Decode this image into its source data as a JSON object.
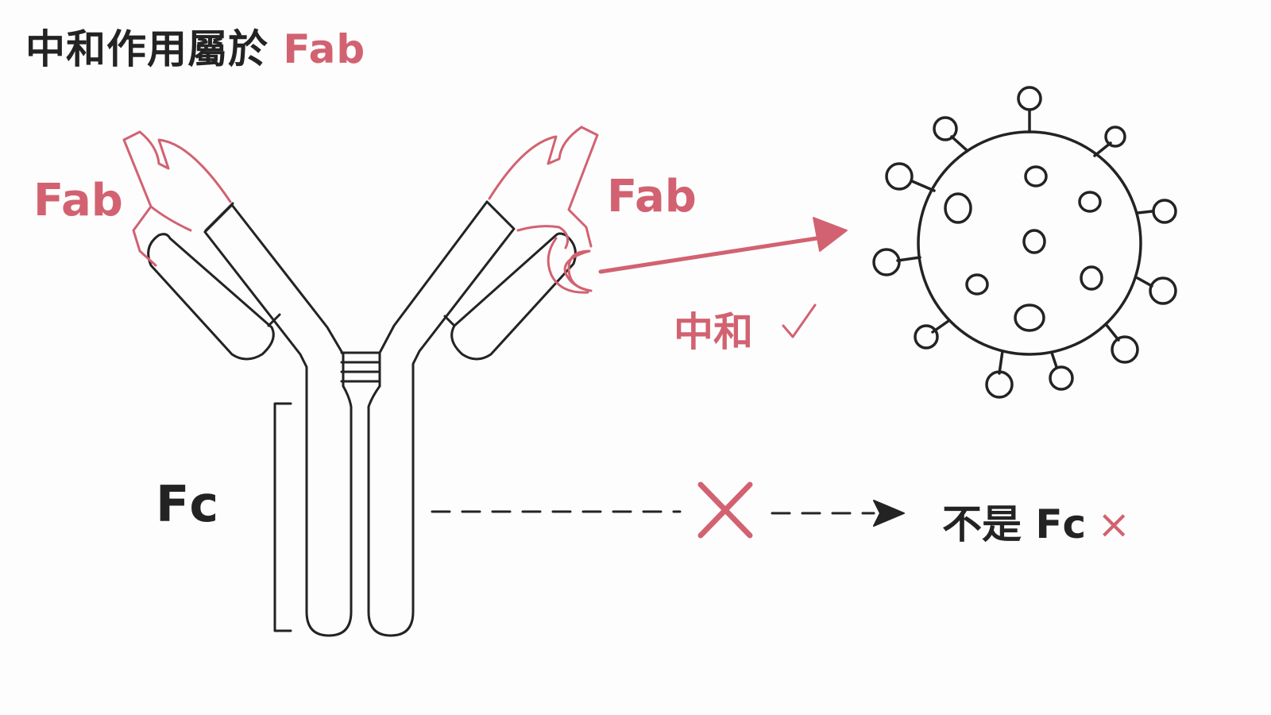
{
  "title": {
    "prefix": "中和作用屬於",
    "highlight": "Fab"
  },
  "labels": {
    "fab_left": "Fab",
    "fab_right": "Fab",
    "fc": "Fc",
    "neutralization": "中和",
    "neutralization_mark": "✓",
    "not_fc": "不是 Fc",
    "not_fc_mark": "×"
  },
  "colors": {
    "accent": "#d26271",
    "ink": "#232323",
    "background": "#fdfdfd"
  },
  "icons": {
    "antibody": "antibody-y-shape",
    "virus": "virus-particle",
    "cross": "cross-mark",
    "check": "check-mark",
    "arrow": "arrow"
  }
}
